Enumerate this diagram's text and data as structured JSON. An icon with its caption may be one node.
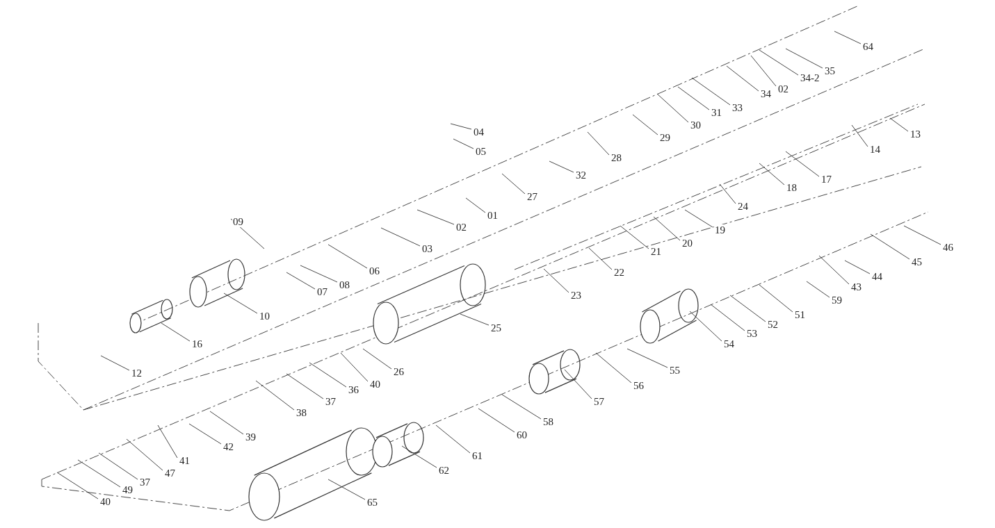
{
  "diagram": {
    "nodes": [
      {
        "text": [
          "64"
        ]
      },
      {
        "text": [
          "35"
        ]
      },
      {
        "text": [
          "34-2"
        ]
      },
      {
        "text": [
          "02"
        ]
      },
      {
        "text": [
          "34"
        ]
      },
      {
        "text": [
          "33"
        ]
      },
      {
        "text": [
          "31"
        ]
      },
      {
        "text": [
          "30"
        ]
      },
      {
        "text": [
          "04"
        ]
      },
      {
        "text": [
          "13"
        ]
      },
      {
        "text": [
          "29"
        ]
      },
      {
        "text": [
          "14"
        ]
      },
      {
        "text": [
          "05"
        ]
      },
      {
        "text": [
          "28"
        ]
      },
      {
        "text": [
          "32"
        ]
      },
      {
        "text": [
          "17"
        ]
      },
      {
        "text": [
          "18"
        ]
      },
      {
        "text": [
          "27"
        ]
      },
      {
        "text": [
          "24"
        ]
      },
      {
        "text": [
          "01"
        ]
      },
      {
        "text": [
          "09"
        ]
      },
      {
        "text": [
          "02"
        ]
      },
      {
        "text": [
          "19"
        ]
      },
      {
        "text": [
          "20"
        ]
      },
      {
        "text": [
          "46"
        ]
      },
      {
        "text": [
          "03"
        ]
      },
      {
        "text": [
          "21"
        ]
      },
      {
        "text": [
          "45"
        ]
      },
      {
        "text": [
          "06"
        ]
      },
      {
        "text": [
          "22"
        ]
      },
      {
        "text": [
          "44"
        ]
      },
      {
        "text": [
          "08"
        ]
      },
      {
        "text": [
          "43"
        ]
      },
      {
        "text": [
          "07"
        ]
      },
      {
        "text": [
          "23"
        ]
      },
      {
        "text": [
          "59"
        ]
      },
      {
        "text": [
          "51"
        ]
      },
      {
        "text": [
          "10"
        ]
      },
      {
        "text": [
          "52"
        ]
      },
      {
        "text": [
          "25"
        ]
      },
      {
        "text": [
          "53"
        ]
      },
      {
        "text": [
          "16"
        ]
      },
      {
        "text": [
          "54"
        ]
      },
      {
        "text": [
          "55"
        ]
      },
      {
        "text": [
          "26"
        ]
      },
      {
        "text": [
          "12"
        ]
      },
      {
        "text": [
          "40"
        ]
      },
      {
        "text": [
          "56"
        ]
      },
      {
        "text": [
          "36"
        ]
      },
      {
        "text": [
          "37"
        ]
      },
      {
        "text": [
          "57"
        ]
      },
      {
        "text": [
          "38"
        ]
      },
      {
        "text": [
          "58"
        ]
      },
      {
        "text": [
          "60"
        ]
      },
      {
        "text": [
          "39"
        ]
      },
      {
        "text": [
          "42"
        ]
      },
      {
        "text": [
          "61"
        ]
      },
      {
        "text": [
          "41"
        ]
      },
      {
        "text": [
          "62"
        ]
      },
      {
        "text": [
          "47"
        ]
      },
      {
        "text": [
          "37"
        ]
      },
      {
        "text": [
          "49"
        ]
      },
      {
        "text": [
          "40"
        ]
      },
      {
        "text": [
          "65"
        ]
      }
    ],
    "edges": [
      {
        "from": 0,
        "to": null,
        "arrow": "none"
      },
      {
        "from": 1,
        "to": null,
        "arrow": "none"
      },
      {
        "from": 2,
        "to": null,
        "arrow": "none"
      },
      {
        "from": 3,
        "to": null,
        "arrow": "none"
      },
      {
        "from": 4,
        "to": null,
        "arrow": "none"
      },
      {
        "from": 5,
        "to": null,
        "arrow": "none"
      },
      {
        "from": 6,
        "to": null,
        "arrow": "none"
      },
      {
        "from": 7,
        "to": null,
        "arrow": "none"
      },
      {
        "from": 8,
        "to": null,
        "arrow": "none"
      },
      {
        "from": 9,
        "to": null,
        "arrow": "none"
      },
      {
        "from": 10,
        "to": null,
        "arrow": "none"
      },
      {
        "from": 11,
        "to": null,
        "arrow": "none"
      },
      {
        "from": 12,
        "to": null,
        "arrow": "none"
      },
      {
        "from": 13,
        "to": null,
        "arrow": "none"
      },
      {
        "from": 14,
        "to": null,
        "arrow": "none"
      },
      {
        "from": 15,
        "to": null,
        "arrow": "none"
      },
      {
        "from": 16,
        "to": null,
        "arrow": "none"
      },
      {
        "from": 17,
        "to": null,
        "arrow": "none"
      },
      {
        "from": 18,
        "to": null,
        "arrow": "none"
      },
      {
        "from": 19,
        "to": null,
        "arrow": "none"
      },
      {
        "from": 20,
        "to": null,
        "arrow": "none"
      },
      {
        "from": 21,
        "to": null,
        "arrow": "none"
      },
      {
        "from": 22,
        "to": null,
        "arrow": "none"
      },
      {
        "from": 23,
        "to": null,
        "arrow": "none"
      },
      {
        "from": 24,
        "to": null,
        "arrow": "none"
      },
      {
        "from": 25,
        "to": null,
        "arrow": "none"
      },
      {
        "from": 26,
        "to": null,
        "arrow": "none"
      },
      {
        "from": 27,
        "to": null,
        "arrow": "none"
      },
      {
        "from": 28,
        "to": null,
        "arrow": "none"
      },
      {
        "from": 29,
        "to": null,
        "arrow": "none"
      },
      {
        "from": 30,
        "to": null,
        "arrow": "none"
      },
      {
        "from": 31,
        "to": null,
        "arrow": "none"
      },
      {
        "from": 32,
        "to": null,
        "arrow": "none"
      },
      {
        "from": 33,
        "to": null,
        "arrow": "none"
      },
      {
        "from": 34,
        "to": null,
        "arrow": "none"
      },
      {
        "from": 35,
        "to": null,
        "arrow": "none"
      },
      {
        "from": 36,
        "to": null,
        "arrow": "none"
      },
      {
        "from": 37,
        "to": null,
        "arrow": "none"
      },
      {
        "from": 38,
        "to": null,
        "arrow": "none"
      },
      {
        "from": 39,
        "to": null,
        "arrow": "none"
      },
      {
        "from": 40,
        "to": null,
        "arrow": "none"
      },
      {
        "from": 41,
        "to": null,
        "arrow": "none"
      },
      {
        "from": 42,
        "to": null,
        "arrow": "none"
      },
      {
        "from": 43,
        "to": null,
        "arrow": "none"
      },
      {
        "from": 44,
        "to": null,
        "arrow": "none"
      },
      {
        "from": 45,
        "to": null,
        "arrow": "none"
      },
      {
        "from": 46,
        "to": null,
        "arrow": "none"
      },
      {
        "from": 47,
        "to": null,
        "arrow": "none"
      },
      {
        "from": 48,
        "to": null,
        "arrow": "none"
      },
      {
        "from": 49,
        "to": null,
        "arrow": "none"
      },
      {
        "from": 50,
        "to": null,
        "arrow": "none"
      },
      {
        "from": 51,
        "to": null,
        "arrow": "none"
      },
      {
        "from": 52,
        "to": null,
        "arrow": "none"
      },
      {
        "from": 53,
        "to": null,
        "arrow": "none"
      },
      {
        "from": 54,
        "to": null,
        "arrow": "none"
      },
      {
        "from": 55,
        "to": null,
        "arrow": "none"
      },
      {
        "from": 56,
        "to": null,
        "arrow": "none"
      },
      {
        "from": 57,
        "to": null,
        "arrow": "none"
      },
      {
        "from": 58,
        "to": null,
        "arrow": "none"
      },
      {
        "from": 59,
        "to": null,
        "arrow": "none"
      },
      {
        "from": 60,
        "to": null,
        "arrow": "none"
      },
      {
        "from": 61,
        "to": null,
        "arrow": "none"
      },
      {
        "from": 62,
        "to": null,
        "arrow": "none"
      },
      {
        "from": 63,
        "to": null,
        "arrow": "none"
      }
    ]
  }
}
